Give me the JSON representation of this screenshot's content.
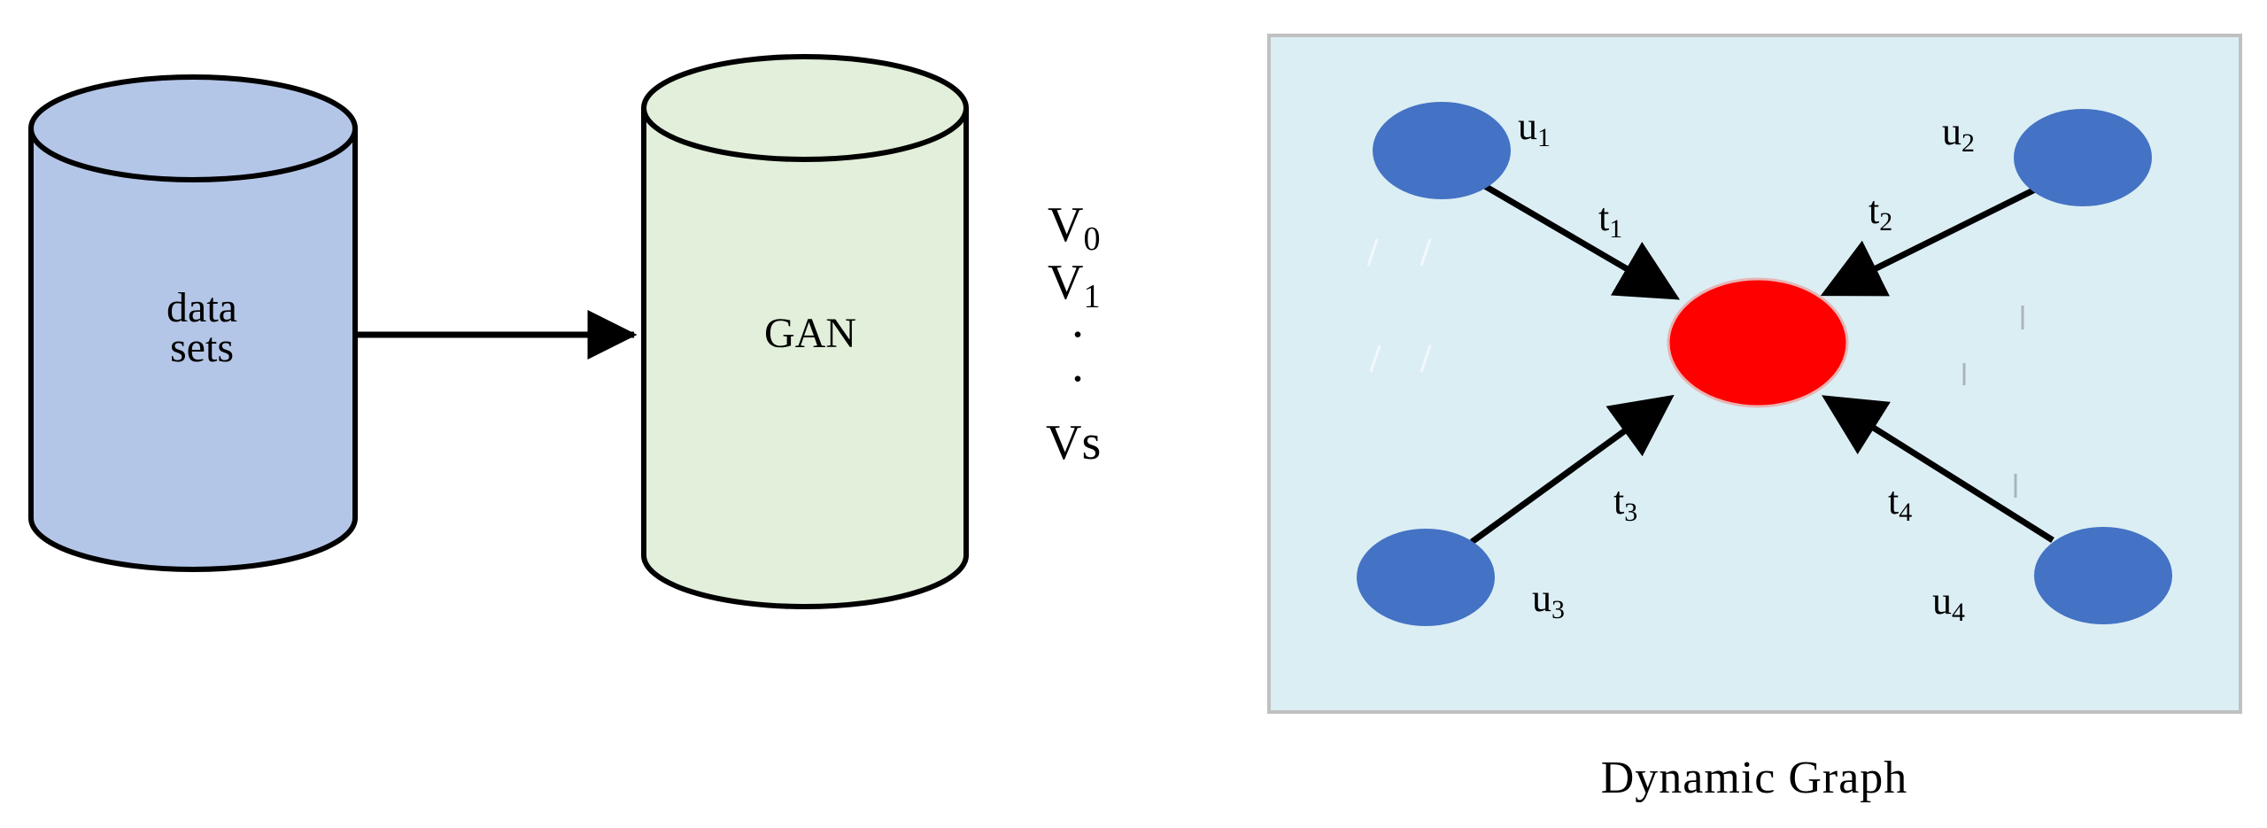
{
  "cylinders": {
    "datasets": {
      "line1": "data",
      "line2": "sets",
      "fill": "#b4c6e7",
      "stroke": "#000000"
    },
    "gan": {
      "label": "GAN",
      "fill": "#e2efda",
      "stroke": "#000000"
    }
  },
  "sequence": {
    "items": [
      {
        "base": "V",
        "sub": "0"
      },
      {
        "base": "V",
        "sub": "1"
      },
      {
        "base": ".",
        "sub": ""
      },
      {
        "base": ".",
        "sub": ""
      },
      {
        "base": "Vs",
        "sub": ""
      }
    ]
  },
  "graph": {
    "panel_fill": "#dbeef4",
    "panel_stroke": "#c0c0c0",
    "center_color": "#ff0000",
    "node_color": "#4472c4",
    "caption": "Dynamic Graph",
    "nodes": [
      {
        "base": "u",
        "sub": "1"
      },
      {
        "base": "u",
        "sub": "2"
      },
      {
        "base": "u",
        "sub": "3"
      },
      {
        "base": "u",
        "sub": "4"
      }
    ],
    "edges": [
      {
        "base": "t",
        "sub": "1"
      },
      {
        "base": "t",
        "sub": "2"
      },
      {
        "base": "t",
        "sub": "3"
      },
      {
        "base": "t",
        "sub": "4"
      }
    ]
  }
}
